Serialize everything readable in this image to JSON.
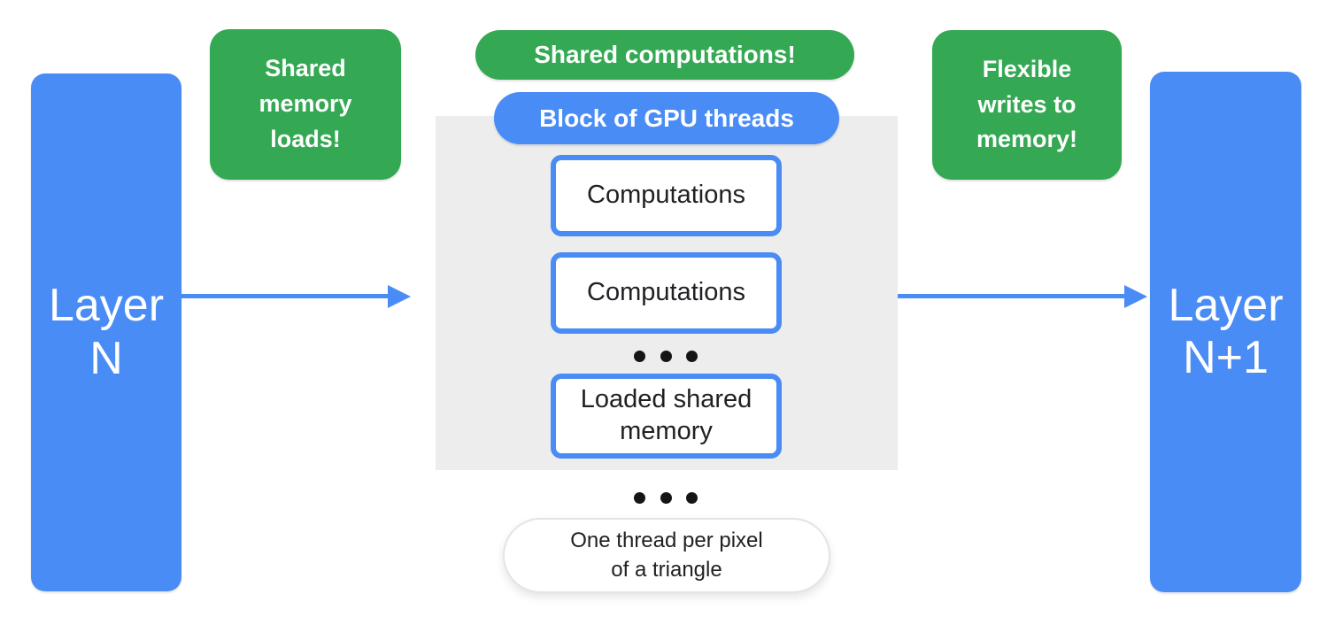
{
  "palette": {
    "blue": "#4A8CF5",
    "green": "#34A853",
    "panel": "#EDEDED",
    "ink": "#202124",
    "pill_border": "#E4E4E4"
  },
  "layer_left": {
    "lines": [
      "Layer",
      "N"
    ]
  },
  "layer_right": {
    "lines": [
      "Layer",
      "N+1"
    ]
  },
  "note_left": {
    "lines": [
      "Shared",
      "memory",
      "loads!"
    ]
  },
  "note_right": {
    "lines": [
      "Flexible",
      "writes to",
      "memory!"
    ]
  },
  "pill_green": {
    "label": "Shared computations!"
  },
  "pill_blue": {
    "label": "Block of GPU threads"
  },
  "gpu_block": {
    "box1": "Computations",
    "box2": "Computations",
    "box3": {
      "lines": [
        "Loaded shared",
        "memory"
      ]
    }
  },
  "bottom_note": {
    "lines": [
      "One thread per pixel",
      "of a triangle"
    ]
  }
}
